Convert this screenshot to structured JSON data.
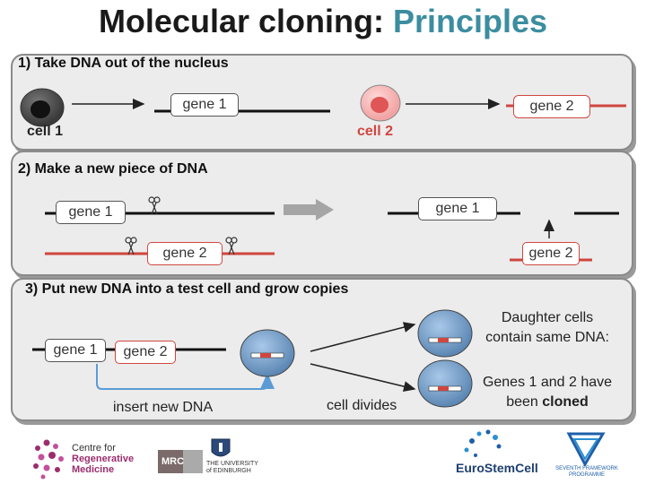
{
  "title": {
    "part1": "Molecular cloning:",
    "part2": "Principles"
  },
  "step1": {
    "heading": "1) Take DNA out of the nucleus",
    "cell1_label": "cell 1",
    "cell2_label": "cell 2",
    "gene1": "gene 1",
    "gene2": "gene 2"
  },
  "step2": {
    "heading": "2) Make a new piece of DNA",
    "gene1_left": "gene 1",
    "gene2_left": "gene 2",
    "gene1_right": "gene 1",
    "gene2_right": "gene 2"
  },
  "step3": {
    "heading": "3) Put new DNA into a test cell and grow copies",
    "gene1": "gene 1",
    "gene2": "gene 2",
    "insert_label": "insert new DNA",
    "divides_label": "cell divides",
    "daughter_line1": "Daughter cells",
    "daughter_line2": "contain same DNA:",
    "cloned_line1": "Genes 1 and 2 have",
    "cloned_line2_prefix": "been ",
    "cloned_line2_bold": "cloned"
  },
  "logos": {
    "crm_line1": "Centre for",
    "crm_line2": "Regenerative",
    "crm_line3": "Medicine",
    "mrc": "MRC",
    "edinburgh_line1": "THE UNIVERSITY",
    "edinburgh_line2": "of EDINBURGH",
    "eurostemcell": "EuroStemCell",
    "fp7": "SEVENTH FRAMEWORK PROGRAMME"
  },
  "colors": {
    "accent": "#3c8da0",
    "gene2": "#d0463f",
    "cell2": "#e05555",
    "arrow_gray": "#9a9a9a",
    "bracket": "#5b9bd5"
  }
}
